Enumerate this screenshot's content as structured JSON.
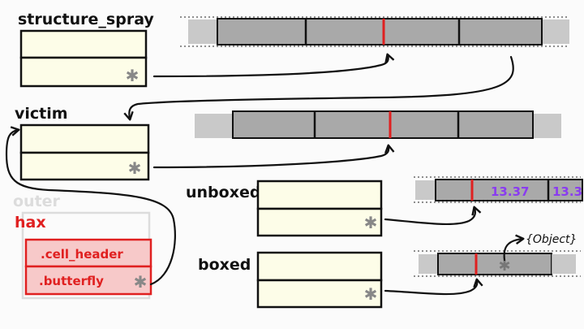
{
  "labels": {
    "structure_spray": "structure_spray",
    "victim": "victim",
    "outer": "outer",
    "hax": "hax",
    "unboxed": "unboxed",
    "boxed": "boxed"
  },
  "hax_fields": {
    "cell_header": ".cell_header",
    "butterfly": ".butterfly"
  },
  "values": {
    "unboxed_first": "13.37",
    "unboxed_second": "13.3"
  },
  "object_label": "{Object}",
  "colors": {
    "ink": "#111111",
    "cell_fill": "#fdfde8",
    "butterfly_gray": "#a9a9a9",
    "smudge_gray": "#bdbdbd",
    "red": "#e02020",
    "red_fill": "#f7c9c9",
    "purple": "#8a3cf0",
    "faded": "#dcdcdc"
  },
  "icons": {
    "pointer_marker": "asterisk-pointer-icon"
  }
}
